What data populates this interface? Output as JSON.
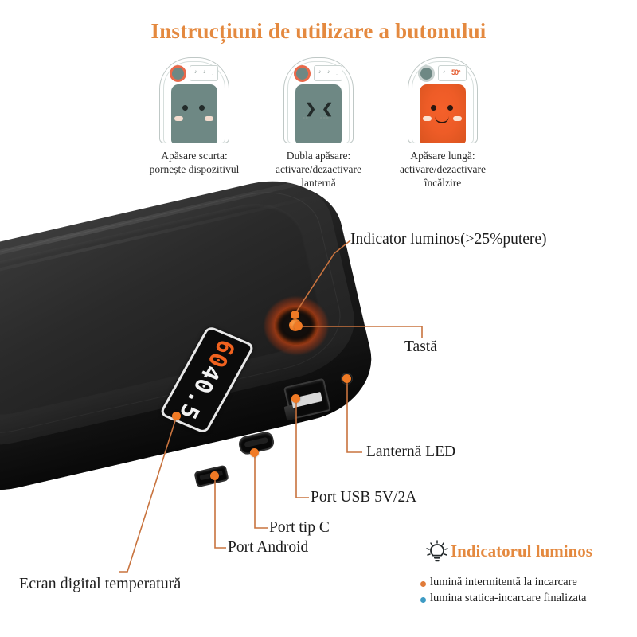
{
  "title": "Instrucțiuni de utilizare a butonului",
  "colors": {
    "accent_orange": "#E4893F",
    "marker_orange": "#F07A25",
    "leader_line": "#C8733E",
    "device_body": "#6E8884",
    "heated_body": "#EE5C27",
    "legend_bullet_charging": "#E07B39",
    "legend_bullet_done": "#3E9BC4",
    "product_black": "#1a1a1a"
  },
  "instructions": [
    {
      "id": "short-press",
      "icon": "device-face-neutral-icon",
      "caption_line1": "Apăsare scurta:",
      "caption_line2": "pornește dispozitivul",
      "caption_line3": ""
    },
    {
      "id": "double-press",
      "icon": "device-face-flashlight-icon",
      "caption_line1": "Dubla apăsare:",
      "caption_line2": "activare/dezactivare",
      "caption_line3": "lanternă"
    },
    {
      "id": "long-press",
      "icon": "device-face-heated-icon",
      "caption_line1": "Apăsare lungă:",
      "caption_line2": "activare/dezactivare",
      "caption_line3": "încălzire"
    }
  ],
  "device_icon_glyphs": {
    "note_left": "♪",
    "note_right": "♪",
    "small_mark": "·",
    "temp_badge": "50°",
    "beam_left": "❯",
    "beam_right": "❮",
    "ray_left": "≡≡",
    "ray_right": "≡≡≡"
  },
  "display": {
    "white_value": "40.5",
    "orange_value": "60"
  },
  "callouts": [
    {
      "id": "power-indicator",
      "label": "Indicator luminos(>25%putere)"
    },
    {
      "id": "key-button",
      "label": "Tastă"
    },
    {
      "id": "led-flashlight",
      "label": "Lanternă LED"
    },
    {
      "id": "usb-port",
      "label": "Port USB 5V/2A"
    },
    {
      "id": "type-c-port",
      "label": "Port tip C"
    },
    {
      "id": "android-port",
      "label": "Port Android"
    },
    {
      "id": "temp-screen",
      "label": "Ecran digital temperatură"
    }
  ],
  "legend": {
    "icon": "lightbulb-icon",
    "heading": "Indicatorul luminos",
    "items": [
      {
        "color": "#E07B39",
        "text": "lumină intermitentă la incarcare"
      },
      {
        "color": "#3E9BC4",
        "text": "lumina statica-incarcare finalizata"
      }
    ]
  }
}
